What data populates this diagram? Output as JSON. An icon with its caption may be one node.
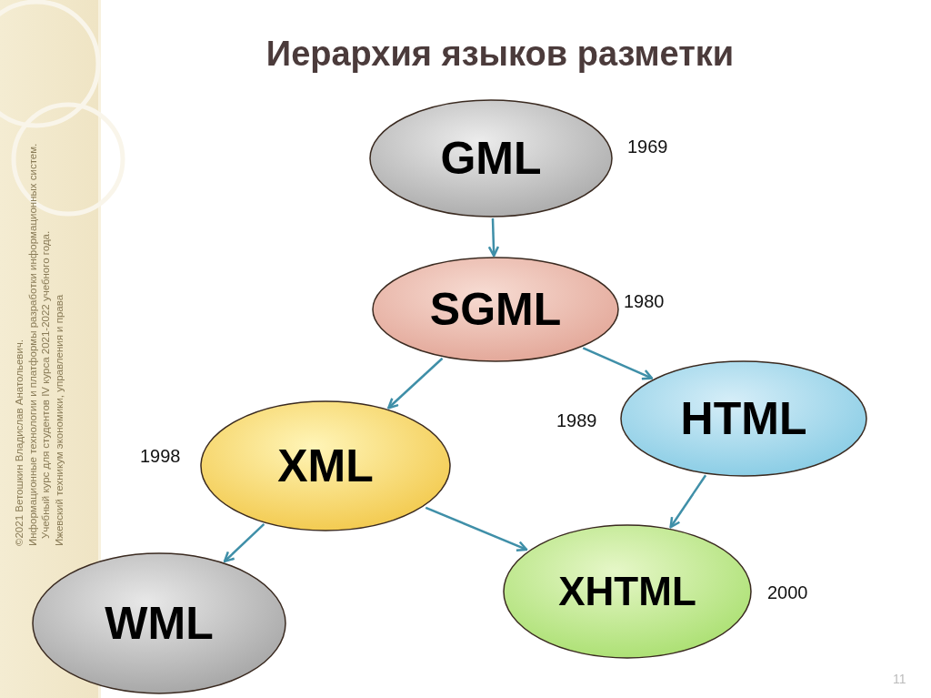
{
  "diagram": {
    "title": "Иерархия языков разметки",
    "nodes": [
      {
        "text": [
          "GML"
        ],
        "beside": [
          "1969"
        ]
      },
      {
        "text": [
          "SGML"
        ],
        "beside": [
          "1980"
        ]
      },
      {
        "text": [
          "HTML"
        ],
        "beside": [
          "1989"
        ]
      },
      {
        "text": [
          "XML"
        ],
        "beside": [
          "1998"
        ]
      },
      {
        "text": [
          "WML"
        ]
      },
      {
        "text": [
          "XHTML"
        ],
        "beside": [
          "2000"
        ]
      }
    ],
    "edges": [
      {
        "from": 0,
        "to": 1,
        "arrow": "to"
      },
      {
        "from": 1,
        "to": 3,
        "arrow": "to"
      },
      {
        "from": 1,
        "to": 2,
        "arrow": "to"
      },
      {
        "from": 2,
        "to": 5,
        "arrow": "to"
      },
      {
        "from": 3,
        "to": 5,
        "arrow": "to"
      },
      {
        "from": 3,
        "to": 4,
        "arrow": "to"
      }
    ],
    "labels": [
      "©2021 Ветошкин Владислав Анатольевич.",
      "Информационные технологии и платформы разработки информационных систем.",
      "Учебный курс для студентов IV курса 2021-2022 учебного года.",
      "Ижевский техникум экономики, управления и права",
      "11"
    ]
  }
}
